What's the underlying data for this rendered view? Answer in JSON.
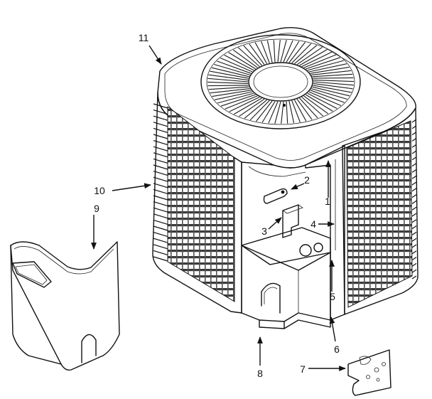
{
  "callouts": [
    {
      "id": "c1",
      "label": "1"
    },
    {
      "id": "c2",
      "label": "2"
    },
    {
      "id": "c3",
      "label": "3"
    },
    {
      "id": "c4",
      "label": "4"
    },
    {
      "id": "c5",
      "label": "5"
    },
    {
      "id": "c6",
      "label": "6"
    },
    {
      "id": "c7",
      "label": "7"
    },
    {
      "id": "c8",
      "label": "8"
    },
    {
      "id": "c9",
      "label": "9"
    },
    {
      "id": "c10",
      "label": "10"
    },
    {
      "id": "c11",
      "label": "11"
    }
  ],
  "colors": {
    "ink": "#111111",
    "coil": "#3a3a3a",
    "paper": "#ffffff"
  }
}
